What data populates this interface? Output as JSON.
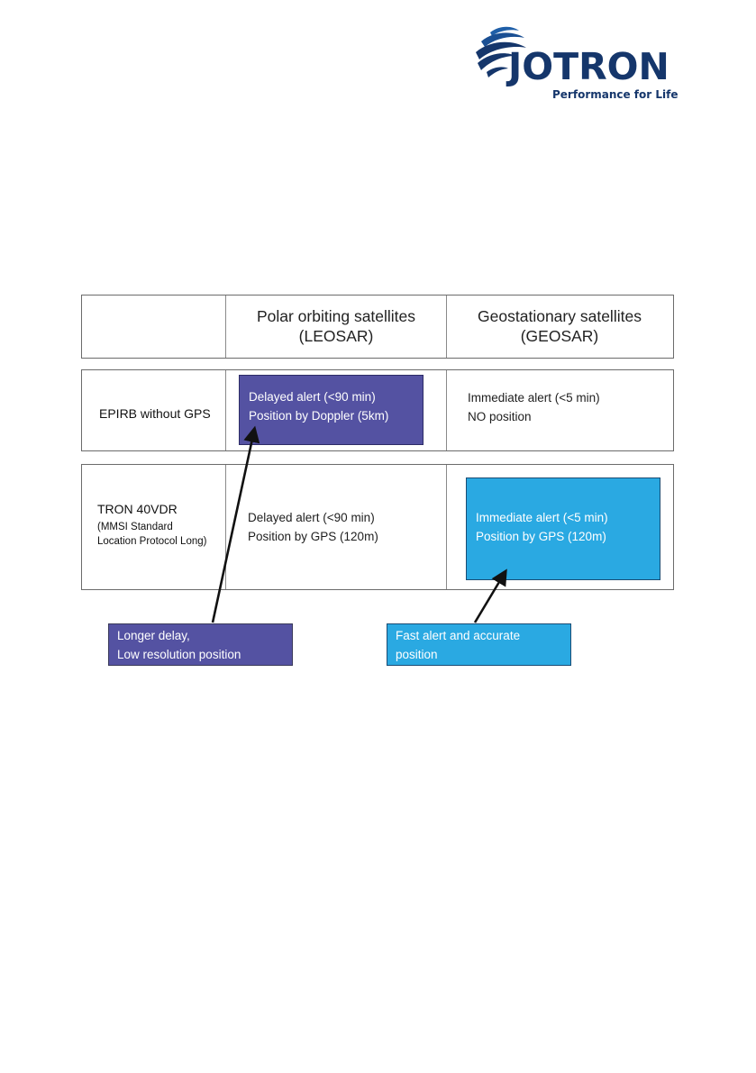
{
  "brand": {
    "name": "JOTRON",
    "tagline": "Performance for Life",
    "color": "#15366b"
  },
  "table": {
    "header": {
      "col1": [
        "Polar orbiting satellites",
        "(LEOSAR)"
      ],
      "col2": [
        "Geostationary satellites",
        "(GEOSAR)"
      ]
    },
    "rows": [
      {
        "label": "EPIRB without GPS",
        "sub": [],
        "leosar": [
          "Delayed alert (<90 min)",
          "Position by Doppler (5km)"
        ],
        "geosar": [
          "Immediate alert (<5 min)",
          "NO position"
        ]
      },
      {
        "label": "TRON 40VDR",
        "sub": [
          "(MMSI Standard",
          "Location Protocol Long)"
        ],
        "leosar": [
          "Delayed alert (<90 min)",
          "Position by GPS (120m)"
        ],
        "geosar": [
          "Immediate alert (<5 min)",
          "Position by GPS (120m)"
        ]
      }
    ]
  },
  "callouts": {
    "left": [
      "Longer delay,",
      "Low resolution position"
    ],
    "right": [
      "Fast alert and accurate",
      "position"
    ]
  },
  "colors": {
    "purple_highlight": "#5452a2",
    "cyan_highlight": "#2aa9e2"
  }
}
